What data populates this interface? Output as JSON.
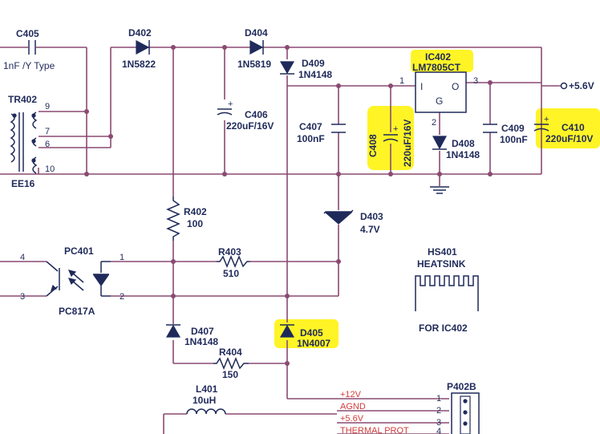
{
  "components": {
    "c405": {
      "ref": "C405",
      "value": "1nF /Y Type"
    },
    "tr402": {
      "ref": "TR402",
      "core": "EE16",
      "pins": [
        "9",
        "7",
        "6",
        "10"
      ]
    },
    "d402": {
      "ref": "D402",
      "value": "1N5822"
    },
    "d404": {
      "ref": "D404",
      "value": "1N5819"
    },
    "c406": {
      "ref": "C406",
      "value": "220uF/16V",
      "polarity": "+"
    },
    "d409": {
      "ref": "D409",
      "value": "1N4148"
    },
    "ic402": {
      "ref": "IC402",
      "value": "LM7805CT",
      "pin_in": "1",
      "pin_gnd": "2",
      "pin_out": "3",
      "label_in": "I",
      "label_gnd": "G",
      "label_out": "O"
    },
    "c407": {
      "ref": "C407",
      "value": "100nF"
    },
    "c408": {
      "ref": "C408",
      "value": "220uF/16V",
      "polarity": "+"
    },
    "d408": {
      "ref": "D408",
      "value": "1N4148"
    },
    "c409": {
      "ref": "C409",
      "value": "100nF"
    },
    "c410": {
      "ref": "C410",
      "value": "220uF/10V",
      "polarity": "+"
    },
    "r402": {
      "ref": "R402",
      "value": "100"
    },
    "d403": {
      "ref": "D403",
      "value": "4.7V"
    },
    "pc401": {
      "ref": "PC401",
      "value": "PC817A",
      "pins": [
        "4",
        "3",
        "1",
        "2"
      ]
    },
    "r403": {
      "ref": "R403",
      "value": "510"
    },
    "hs401": {
      "ref": "HS401",
      "type": "HEATSINK",
      "note": "FOR IC402"
    },
    "d407": {
      "ref": "D407",
      "value": "1N4148"
    },
    "d405": {
      "ref": "D405",
      "value": "1N4007"
    },
    "r404": {
      "ref": "R404",
      "value": "150"
    },
    "l401": {
      "ref": "L401",
      "value": "10uH"
    },
    "p402b": {
      "ref": "P402B",
      "pins": [
        "1",
        "2",
        "3",
        "4"
      ]
    }
  },
  "nets": {
    "out_5v6": "+5.6V",
    "p12v": "+12V",
    "agnd": "AGND",
    "p5v6": "+5.6V",
    "thermal": "THERMAL PROT"
  },
  "highlight_color": "#fff200",
  "wire_color": "#8a4a72",
  "part_color": "#1f2a5a",
  "net_label_color": "#d23a3a"
}
